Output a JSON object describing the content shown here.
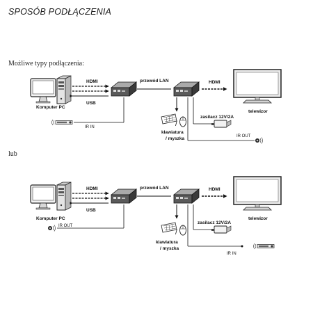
{
  "title": "SPOSÓB PODŁĄCZENIA",
  "diagrams": [
    {
      "caption": "Możliwe typy podłączenia:",
      "labels": {
        "hdmi_in": "HDMI",
        "usb": "USB",
        "pc": "Komputer PC",
        "ir_pc": "IR IN",
        "lan": "przewód LAN",
        "hdmi_out": "HDMI",
        "tv": "telewizor",
        "psu": "zasilacz 12V/2A",
        "kb": "klawiatura",
        "mouse": "/ myszka",
        "ir_rx": "IR OUT"
      }
    },
    {
      "caption": "lub",
      "labels": {
        "hdmi_in": "HDMI",
        "usb": "USB",
        "pc": "Komputer PC",
        "ir_pc": "IR OUT",
        "lan": "przewód LAN",
        "hdmi_out": "HDMI",
        "tv": "telewizor",
        "psu": "zasilacz 12V/2A",
        "kb": "klawiatura",
        "mouse": "/ myszka",
        "ir_rx": "IR IN"
      }
    }
  ],
  "icons": [
    "computer-icon",
    "extender-transmitter-icon",
    "extender-receiver-icon",
    "monitor-icon",
    "keyboard-icon",
    "mouse-icon",
    "power-adapter-icon",
    "ir-sensor-icon",
    "ir-emitter-icon"
  ]
}
